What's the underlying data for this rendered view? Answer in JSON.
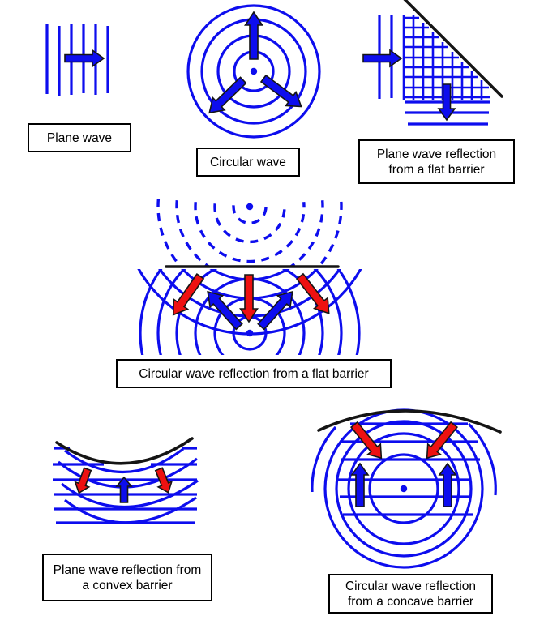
{
  "figure": {
    "title": "",
    "panels": [
      {
        "name": "plane-wave",
        "caption_lines": [
          "Plane wave"
        ]
      },
      {
        "name": "circular-wave",
        "caption_lines": [
          "Circular wave"
        ]
      },
      {
        "name": "plane-wave-flat-barrier",
        "caption_lines": [
          "Plane wave reflection",
          "from a flat barrier"
        ]
      },
      {
        "name": "circular-wave-flat-barrier",
        "caption_lines": [
          "Circular wave reflection from a flat barrier"
        ]
      },
      {
        "name": "plane-wave-convex-barrier",
        "caption_lines": [
          "Plane wave reflection from",
          "a convex barrier"
        ]
      },
      {
        "name": "circular-wave-concave-barrier",
        "caption_lines": [
          "Circular wave reflection",
          "from a concave barrier"
        ]
      }
    ]
  },
  "colors": {
    "wave_blue": "#0d0dee",
    "arrow_red": "#ee1111",
    "barrier_black": "#141414",
    "caption_border": "#000000",
    "caption_text": "#000000",
    "background": "#ffffff"
  }
}
